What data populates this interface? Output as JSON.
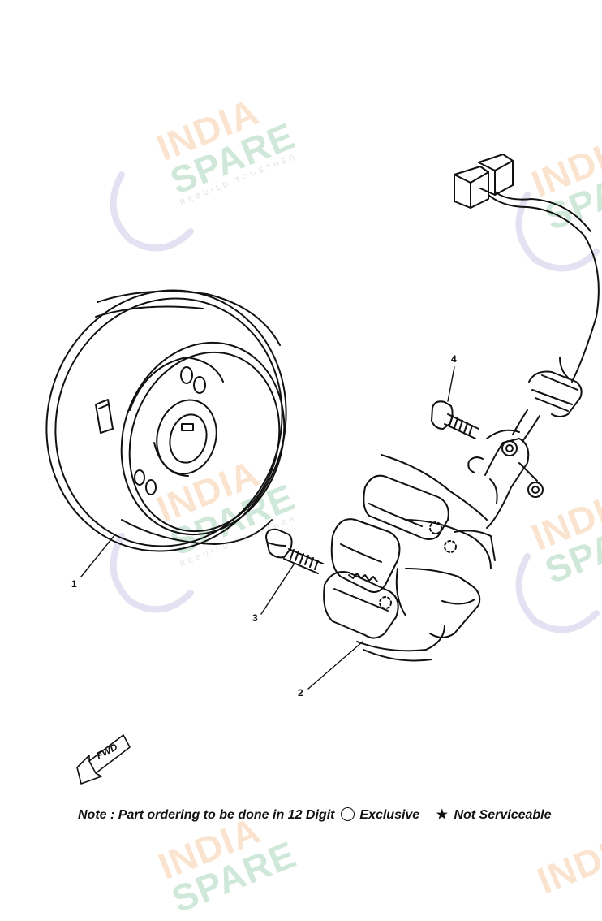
{
  "callouts": {
    "c1": "1",
    "c2": "2",
    "c3": "3",
    "c4": "4"
  },
  "fwd_label": "FWD",
  "note": {
    "prefix": "Note : Part ordering to be done in 12 Digit",
    "exclusive": "Exclusive",
    "star": "★",
    "not_serviceable": "Not Serviceable"
  },
  "watermark": {
    "line1": "INDIA",
    "line2": "SPARE",
    "tagline": "REBUILD TOGETHER"
  },
  "colors": {
    "line_art": "#111111",
    "watermark_orange": "#f08a2a",
    "watermark_green": "#2a9a5a",
    "watermark_purple": "#6a5ab8"
  }
}
